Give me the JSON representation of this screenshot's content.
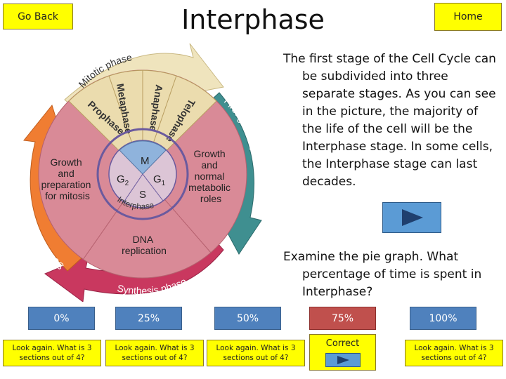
{
  "nav": {
    "back_label": "Go Back",
    "home_label": "Home"
  },
  "page": {
    "title": "Interphase"
  },
  "intro_lines": [
    "The first stage of the Cell Cycle can",
    "be subdivided into three",
    "separate stages. As you can see",
    "in the picture, the majority of",
    "the life of the cell will be the",
    "Interphase stage. In some cells,",
    "the Interphase stage can last",
    "decades."
  ],
  "question_lines": [
    "Examine the pie graph. What",
    "percentage of time is spent in",
    "Interphase?"
  ],
  "options": [
    {
      "percent": "0%",
      "feedback_1": "Look again. What is 3",
      "feedback_2": "sections out of 4?"
    },
    {
      "percent": "25%",
      "feedback_1": "Look again. What is 3",
      "feedback_2": "sections out of 4?"
    },
    {
      "percent": "50%",
      "feedback_1": "Look again. What is 3",
      "feedback_2": "sections out of 4?"
    },
    {
      "percent": "75%",
      "feedback_1": "Correct"
    },
    {
      "percent": "100%",
      "feedback_1": "Look again. What is 3",
      "feedback_2": "sections out of 4?"
    }
  ],
  "diagram": {
    "mitotic_phase": "Mitotic phase",
    "prophase": "Prophase",
    "metaphase": "Metaphase",
    "anaphase": "Anaphase",
    "telophase": "Telophase",
    "first_growth": "First growth phase",
    "second_growth": "Second growth phase",
    "synthesis": "Synthesis phase",
    "interphase": "Interphase",
    "growth_prep_1": "Growth",
    "growth_prep_2": "and",
    "growth_prep_3": "preparation",
    "growth_prep_4": "for mitosis",
    "growth_normal_1": "Growth",
    "growth_normal_2": "and",
    "growth_normal_3": "normal",
    "growth_normal_4": "metabolic",
    "growth_normal_5": "roles",
    "dna_1": "DNA",
    "dna_2": "replication",
    "m": "M",
    "g2": "G",
    "g2_sub": "2",
    "g1": "G",
    "g1_sub": "1",
    "s": "S"
  },
  "colors": {
    "button_yellow": "#ffff00",
    "option_blue": "#4f81bd",
    "option_red": "#c0504d",
    "pie_pink": "#d98a97",
    "mitosis_tan": "#ebdcae"
  }
}
